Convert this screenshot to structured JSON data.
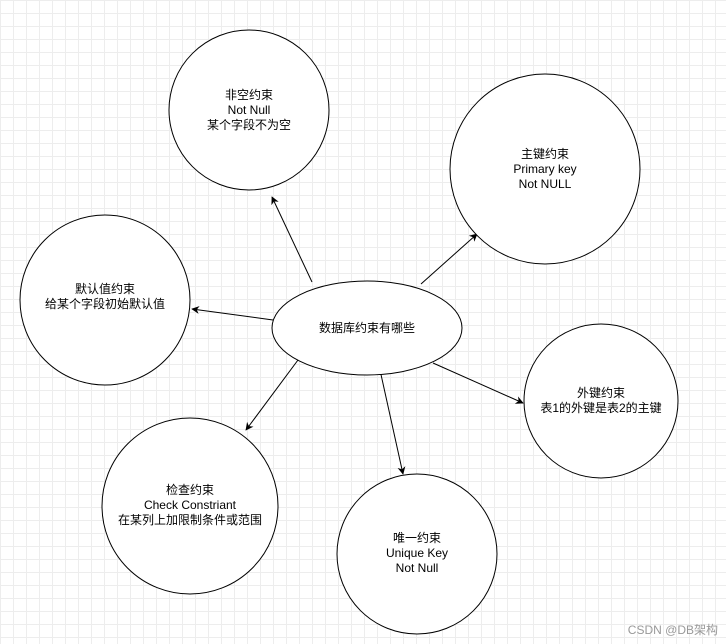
{
  "diagram": {
    "center": {
      "lines": [
        "数据库约束有哪些"
      ]
    },
    "nodes": [
      {
        "id": "not-null",
        "lines": [
          "非空约束",
          "Not Null",
          "某个字段不为空"
        ]
      },
      {
        "id": "primary-key",
        "lines": [
          "主键约束",
          "Primary key",
          "Not NULL"
        ]
      },
      {
        "id": "default",
        "lines": [
          "默认值约束",
          "给某个字段初始默认值"
        ]
      },
      {
        "id": "foreign-key",
        "lines": [
          "外键约束",
          "表1的外键是表2的主键"
        ]
      },
      {
        "id": "check",
        "lines": [
          "检查约束",
          "Check Constriant",
          "在某列上加限制条件或范围"
        ]
      },
      {
        "id": "unique",
        "lines": [
          "唯一约束",
          "Unique Key",
          "Not Null"
        ]
      }
    ]
  },
  "watermark": "CSDN @DB架构"
}
